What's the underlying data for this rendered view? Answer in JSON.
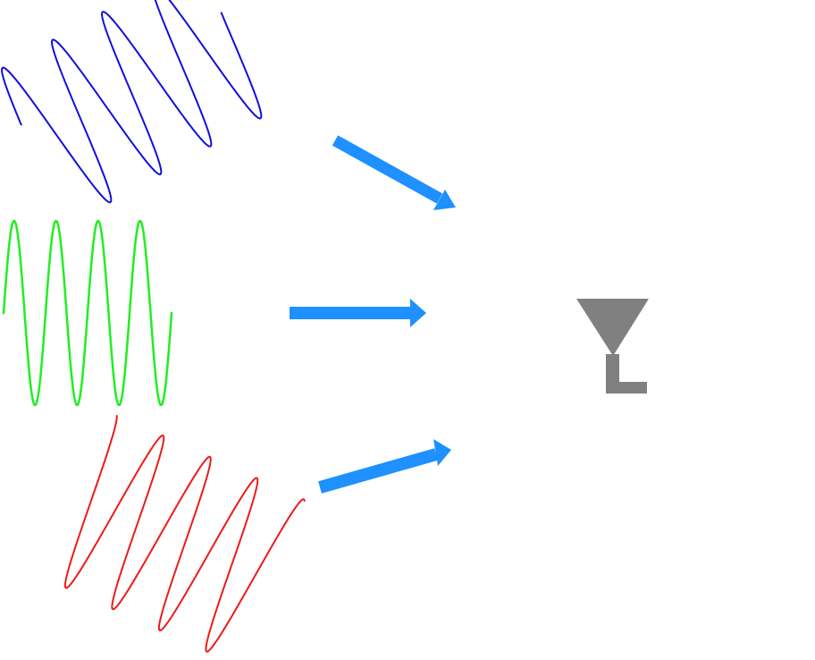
{
  "diagram": {
    "signals": [
      {
        "id": "blue",
        "color": "#1010dd",
        "cycles": 4
      },
      {
        "id": "green",
        "color": "#22ee22",
        "cycles": 4
      },
      {
        "id": "red",
        "color": "#ee1a1a",
        "cycles": 4
      }
    ],
    "arrows": [
      {
        "id": "upper",
        "color": "#1e90ff"
      },
      {
        "id": "middle",
        "color": "#1e90ff"
      },
      {
        "id": "lower",
        "color": "#1e90ff"
      }
    ],
    "receiver": {
      "icon": "antenna-icon",
      "color": "#808080"
    }
  }
}
